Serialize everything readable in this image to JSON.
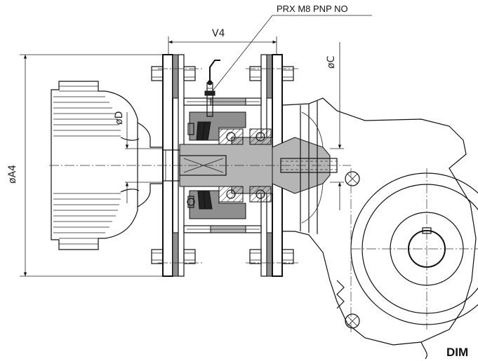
{
  "drawing": {
    "sensor_callout": "PRX M8 PNP NO",
    "dim_v": "V4",
    "dim_c": "øC",
    "dim_d": "øD",
    "dim_a": "øA4",
    "caption": "DIM"
  },
  "colors": {
    "line": "#111111",
    "section_fill": "#8f8f8f",
    "light_fill": "#b5b5b5",
    "background": "#ffffff"
  }
}
